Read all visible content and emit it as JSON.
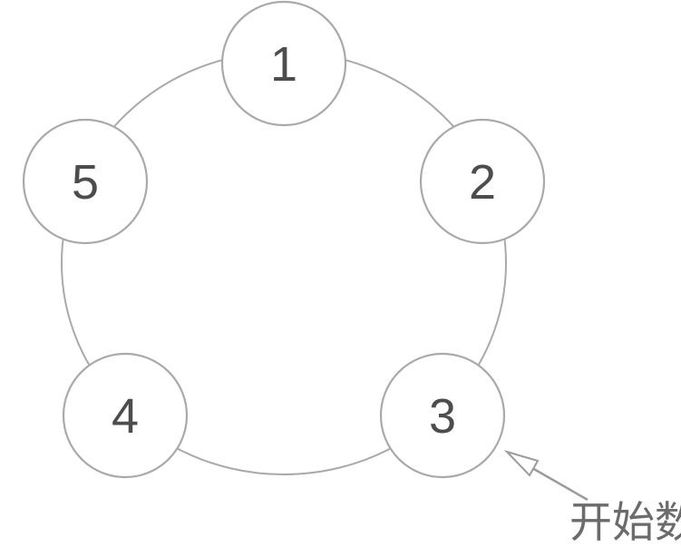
{
  "figure": {
    "nodes": [
      {
        "label": "1"
      },
      {
        "label": "2"
      },
      {
        "label": "3"
      },
      {
        "label": "4"
      },
      {
        "label": "5"
      }
    ],
    "annotation": {
      "label": "开始数",
      "points_to_node_label": "3"
    }
  },
  "colors": {
    "background": "#ffffff",
    "outline": "#a9a9a9",
    "number_text": "#4d4d4f",
    "annotation_text": "#6b6b6b",
    "arrow": "#9b9b9b"
  }
}
